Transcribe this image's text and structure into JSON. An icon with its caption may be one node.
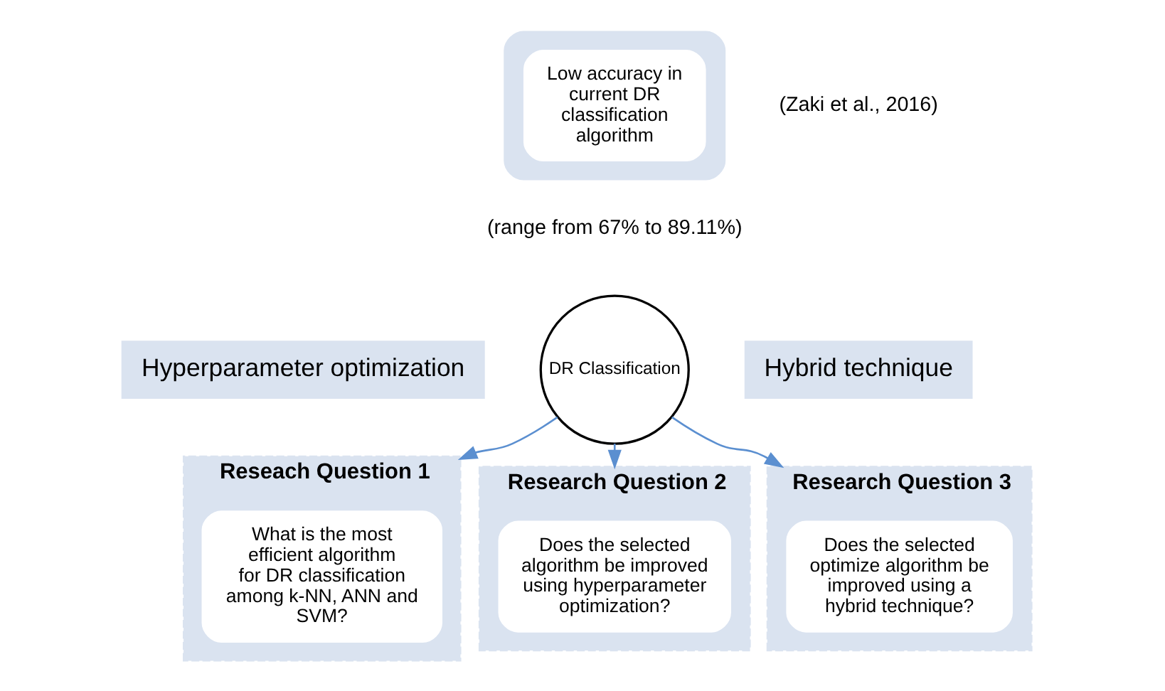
{
  "diagram": {
    "nodes": [
      {
        "text": [],
        "shape": "box"
      },
      {
        "text": [
          "Low accuracy in current DR classification algorithm"
        ],
        "in": 0
      },
      {
        "text": [
          "Hyperparameter optimization"
        ]
      },
      {
        "text": [
          "Hybrid technique"
        ]
      },
      {
        "text": [
          "DR Classification"
        ]
      },
      {
        "text": [
          "Reseach Question 1"
        ]
      },
      {
        "text": [
          "What is the most  efficient algorithm for DR classification among k-NN, ANN and SVM?"
        ],
        "in": 5
      },
      {
        "text": [
          "Research Question 2"
        ]
      },
      {
        "text": [
          "Does the selected algorithm be improved using hyperparameter optimization?"
        ],
        "in": 7
      },
      {
        "text": [
          "Research Question 3"
        ]
      },
      {
        "text": [
          "Does the selected optimize algorithm be improved using a hybrid technique?"
        ],
        "in": 9
      }
    ],
    "edges": [
      {
        "from": 4,
        "to": 5,
        "arrow": "to"
      },
      {
        "from": 4,
        "to": 7,
        "arrow": "to"
      },
      {
        "from": 4,
        "to": 9,
        "arrow": "to"
      }
    ],
    "labels": [
      "(Zaki et al., 2016)",
      "(range from 67% to 89.11%)"
    ]
  }
}
